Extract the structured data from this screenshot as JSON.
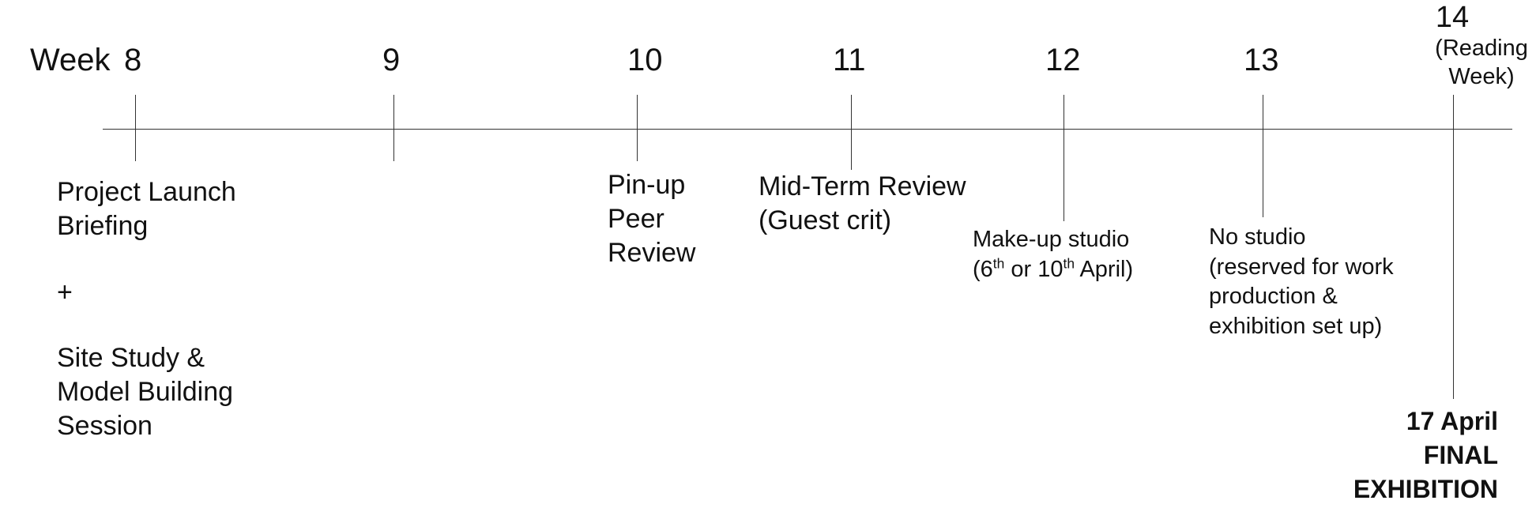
{
  "timeline": {
    "week_prefix": "Week",
    "weeks": [
      "8",
      "9",
      "10",
      "11",
      "12",
      "13",
      "14"
    ],
    "week_14_note": [
      "(Reading",
      "Week)"
    ]
  },
  "events": {
    "week_8": {
      "lines": [
        "Project Launch",
        "Briefing",
        "+",
        "Site Study &",
        "Model Building",
        "Session"
      ]
    },
    "week_10": {
      "lines": [
        "Pin-up",
        "Peer",
        "Review"
      ]
    },
    "week_11": {
      "lines": [
        "Mid-Term Review",
        "(Guest crit)"
      ]
    },
    "week_12": {
      "line1": "Make-up studio",
      "line2_open": "(6",
      "sup1": "th",
      "line2_mid": " or 10",
      "sup2": "th",
      "line2_close": " April)"
    },
    "week_13": {
      "lines": [
        "No studio",
        "(reserved for work",
        "production &",
        "exhibition set up)"
      ]
    },
    "final": {
      "lines": [
        "17 April",
        "FINAL",
        "EXHIBITION"
      ]
    }
  }
}
